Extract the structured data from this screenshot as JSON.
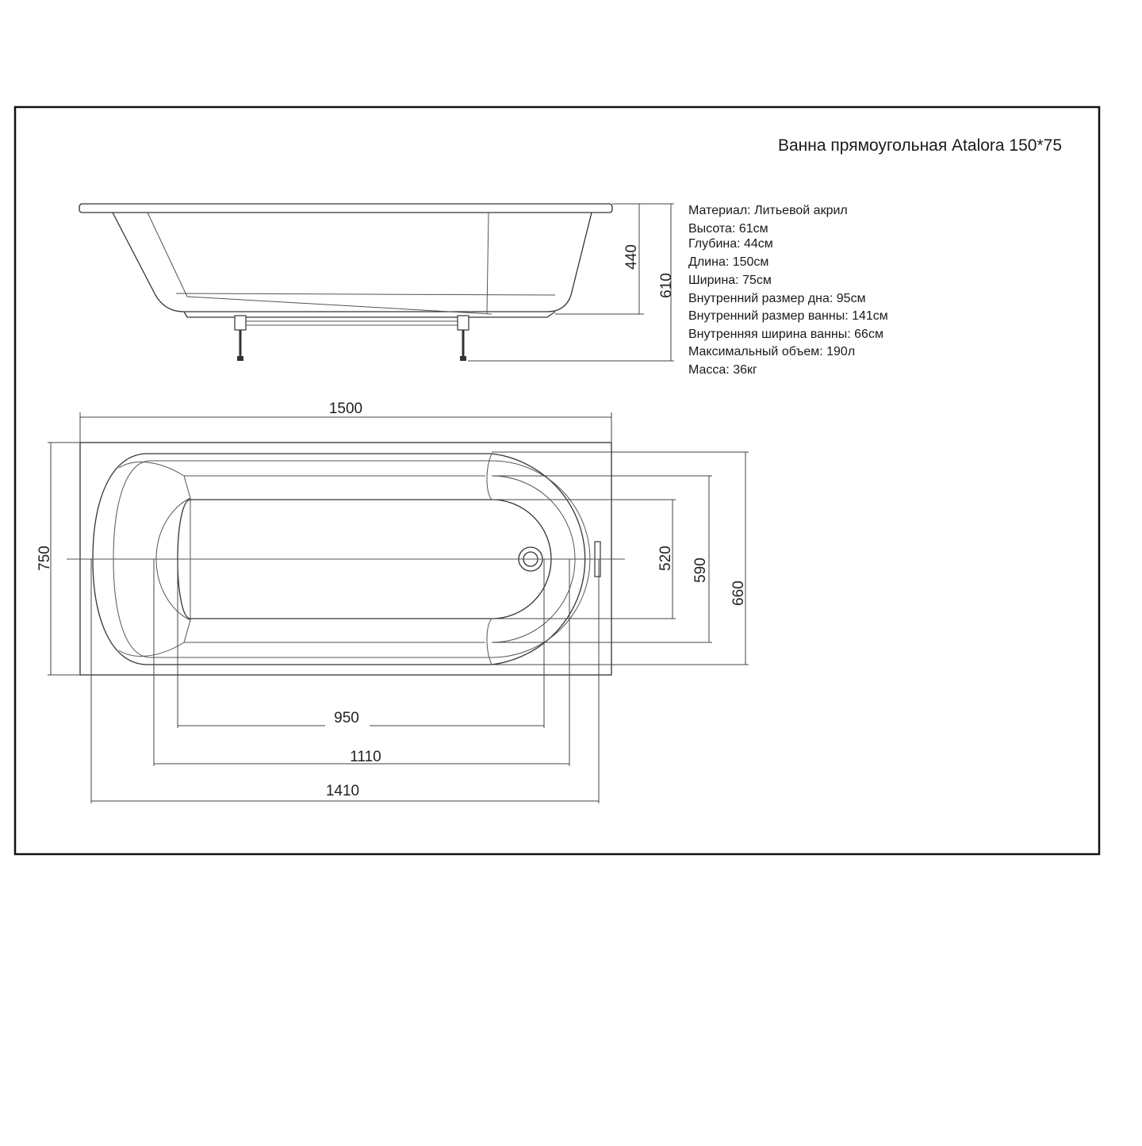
{
  "title": "Ванна прямоугольная Atalora 150*75",
  "specs": [
    "Материал: Литьевой акрил",
    "Высота: 61см",
    "Глубина: 44см",
    "Длина: 150см",
    "Ширина: 75см",
    "Внутренний размер дна: 95см",
    "Внутренний размер ванны: 141см",
    "Внутренняя ширина ванны: 66см",
    "Максимальный объем: 190л",
    "Масса: 36кг"
  ],
  "side_view": {
    "depth": "440",
    "height": "610"
  },
  "top_view": {
    "length": "1500",
    "width": "750",
    "bottom_length": "950",
    "inner_length_mid": "1110",
    "inner_length": "1410",
    "bottom_width": "520",
    "inner_width_mid": "590",
    "inner_width": "660"
  }
}
